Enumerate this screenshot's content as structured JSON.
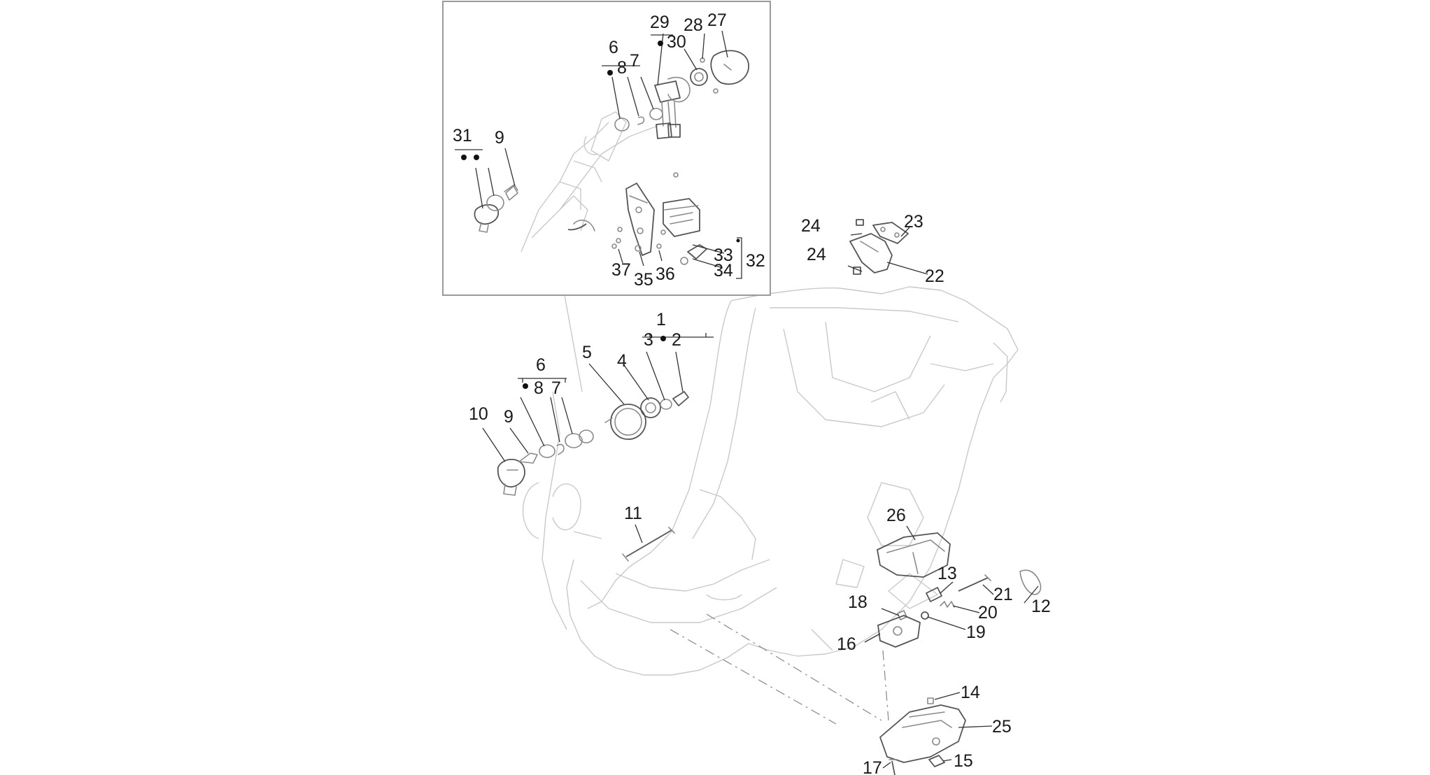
{
  "diagram": {
    "callouts": {
      "c1": "1",
      "c2": "2",
      "c3": "3",
      "c4": "4",
      "c5": "5",
      "c6a": "6",
      "c7a": "7",
      "c8a": "8",
      "c9a": "9",
      "c10": "10",
      "c11": "11",
      "c12": "12",
      "c13": "13",
      "c14": "14",
      "c15": "15",
      "c16": "16",
      "c17": "17",
      "c18": "18",
      "c19": "19",
      "c20": "20",
      "c21": "21",
      "c22": "22",
      "c23": "23",
      "c24a": "24",
      "c24b": "24",
      "c25": "25",
      "c26": "26",
      "c6b": "6",
      "c7b": "7",
      "c8b": "8",
      "c9b": "9",
      "c27": "27",
      "c28": "28",
      "c29": "29",
      "c30": "30",
      "c31": "31",
      "c32": "32",
      "c33": "33",
      "c34": "34",
      "c35": "35",
      "c36": "36",
      "c37": "37"
    }
  }
}
